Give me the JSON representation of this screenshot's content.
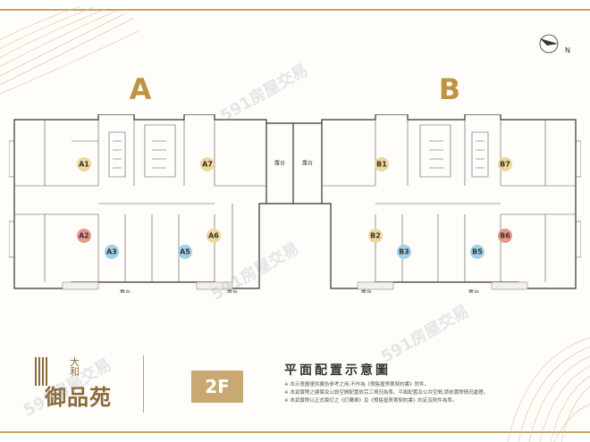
{
  "compass": {
    "label": "N"
  },
  "blocks": [
    {
      "letter": "A"
    },
    {
      "letter": "B"
    }
  ],
  "units_a": [
    {
      "id": "A1",
      "color": "#f0d79a"
    },
    {
      "id": "A7",
      "color": "#f0d79a"
    },
    {
      "id": "A2",
      "color": "#e8978a"
    },
    {
      "id": "A3",
      "color": "#9fd0e6"
    },
    {
      "id": "A5",
      "color": "#9fd0e6"
    },
    {
      "id": "A6",
      "color": "#f0d79a"
    }
  ],
  "units_b": [
    {
      "id": "B1",
      "color": "#f0d79a"
    },
    {
      "id": "B7",
      "color": "#f0d79a"
    },
    {
      "id": "B2",
      "color": "#f0d79a"
    },
    {
      "id": "B3",
      "color": "#9fd0e6"
    },
    {
      "id": "B5",
      "color": "#9fd0e6"
    },
    {
      "id": "B6",
      "color": "#e8978a"
    }
  ],
  "balcony_label": "露台",
  "logo": {
    "brand": "大和",
    "name": "御品苑"
  },
  "floor": "2F",
  "plan_title": "平面配置示意圖",
  "notes": [
    "※ 本示意圖僅供廣告參考之用,不作為《預售屋買賣契約書》附件。",
    "※ 本頁實際之建築及公設空間配置依完工現況為準。平面配置及公共空間,請依實際情況處理。",
    "※ 本頁實際以正式簽訂之《訂購單》及《預售屋買賣契約書》約定及附件為準。"
  ],
  "watermark": "591房屋交易",
  "colors": {
    "accent": "#c09243",
    "badge": "#c9a871"
  }
}
